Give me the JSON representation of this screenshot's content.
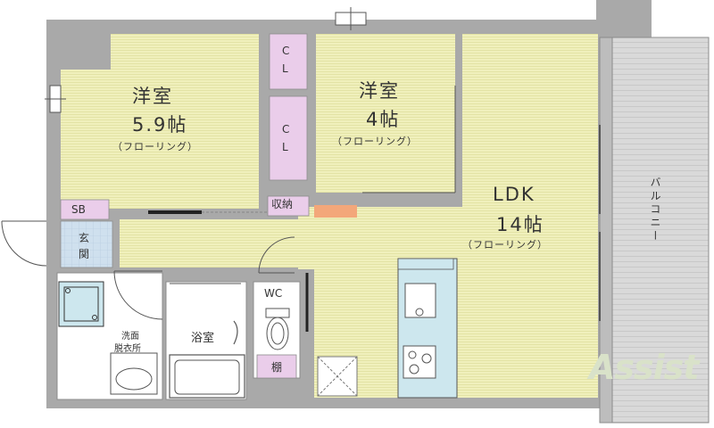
{
  "rooms": {
    "western_left": {
      "name": "洋室",
      "size": "5.9帖",
      "floor": "（フローリング）"
    },
    "western_right": {
      "name": "洋室",
      "size": "4帖",
      "floor": "（フローリング）"
    },
    "ldk": {
      "name": "LDK",
      "size": "14帖",
      "floor": "（フローリング）"
    },
    "closet_top": {
      "label1": "C",
      "label2": "L"
    },
    "closet_mid": {
      "label1": "C",
      "label2": "L"
    },
    "storage_box": "SB",
    "entrance": {
      "line1": "玄",
      "line2": "関"
    },
    "washroom": {
      "line1": "洗面",
      "line2": "脱衣所"
    },
    "bath": "浴室",
    "toilet": "WC",
    "shelf": "棚",
    "storage": "収納",
    "balcony": "バルコニー"
  },
  "watermark": "Assist",
  "colors": {
    "floor": "#f0f0bc",
    "floor_line": "#e2e2a2",
    "wall": "#a9a9a9",
    "wet": "#ffffff",
    "closet": "#eacdea",
    "entrance": "#cfe0ee",
    "kitchen": "#cde7ee",
    "balcony": "#d6d6d6",
    "accent": "#f3a77a"
  }
}
